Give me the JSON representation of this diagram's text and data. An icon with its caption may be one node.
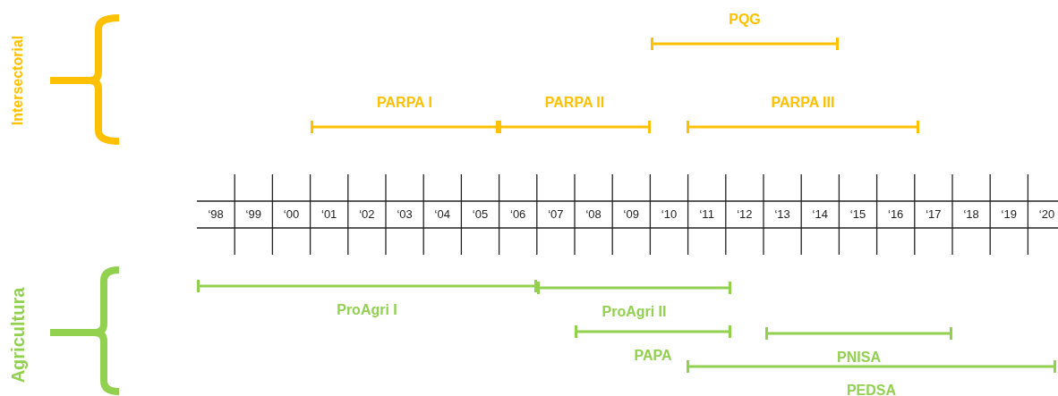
{
  "diagram": {
    "nodes": [
      {
        "text": [
          "PQG"
        ]
      },
      {
        "text": [
          "PARPA I"
        ]
      },
      {
        "text": [
          "PARPA II"
        ]
      },
      {
        "text": [
          "PARPA III"
        ]
      },
      {
        "text": [
          "ProAgri I"
        ]
      },
      {
        "text": [
          "ProAgri II"
        ]
      },
      {
        "text": [
          "PAPA"
        ]
      },
      {
        "text": [
          "PNISA"
        ]
      },
      {
        "text": [
          "PEDSA"
        ]
      }
    ],
    "labels": [
      "Intersectorial",
      "‘98",
      "‘99",
      "‘00",
      "‘01",
      "‘02",
      "‘03",
      "‘04",
      "‘05",
      "‘06",
      "‘07",
      "‘08",
      "‘09",
      "‘10",
      "‘11",
      "‘12",
      "‘13",
      "‘14",
      "‘15",
      "‘16",
      "‘17",
      "‘18",
      "‘19",
      "‘20",
      "Agricultura"
    ]
  }
}
